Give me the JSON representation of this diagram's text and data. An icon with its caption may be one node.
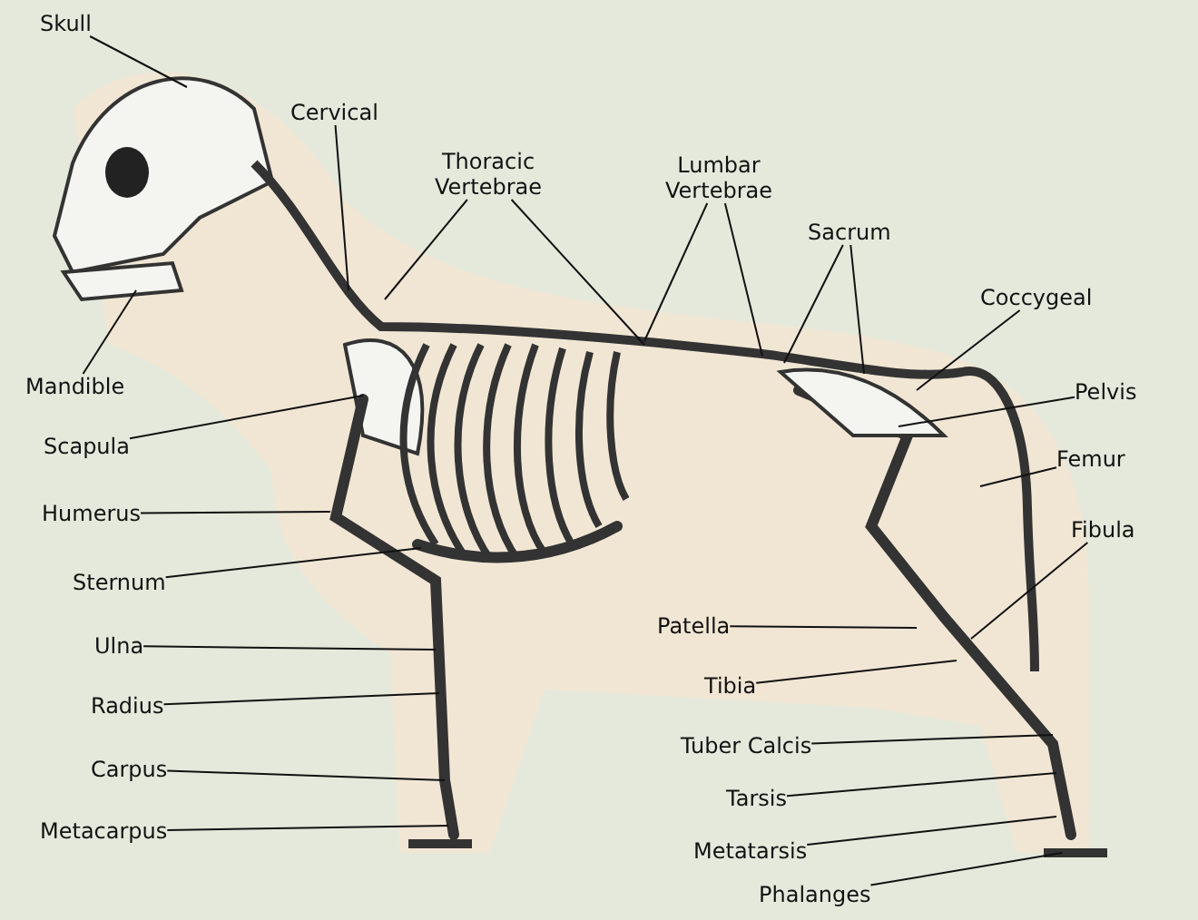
{
  "diagram": {
    "nodes": [
      {
        "text": [
          "Skull"
        ]
      },
      {
        "text": [
          "Cervical"
        ]
      },
      {
        "text": [
          "Thoracic Vertebrae"
        ]
      },
      {
        "text": [
          "Lumbar Vertebrae"
        ]
      },
      {
        "text": [
          "Sacrum"
        ]
      },
      {
        "text": [
          "Coccygeal"
        ]
      },
      {
        "text": [
          "Mandible"
        ]
      },
      {
        "text": [
          "Scapula"
        ]
      },
      {
        "text": [
          "Pelvis"
        ]
      },
      {
        "text": [
          "Femur"
        ]
      },
      {
        "text": [
          "Humerus"
        ]
      },
      {
        "text": [
          "Fibula"
        ]
      },
      {
        "text": [
          "Sternum"
        ]
      },
      {
        "text": [
          "Ulna"
        ]
      },
      {
        "text": [
          "Patella"
        ]
      },
      {
        "text": [
          "Radius"
        ]
      },
      {
        "text": [
          "Tibia"
        ]
      },
      {
        "text": [
          "Tuber Calcis"
        ]
      },
      {
        "text": [
          "Carpus"
        ]
      },
      {
        "text": [
          "Tarsis"
        ]
      },
      {
        "text": [
          "Metacarpus"
        ]
      },
      {
        "text": [
          "Metatarsis"
        ]
      },
      {
        "text": [
          "Phalanges"
        ]
      }
    ],
    "edges": [
      {
        "from": 0,
        "to": null,
        "arrow": "none"
      },
      {
        "from": 1,
        "to": null,
        "arrow": "none"
      },
      {
        "from": 2,
        "to": null,
        "arrow": "none"
      },
      {
        "from": 2,
        "to": null,
        "arrow": "none"
      },
      {
        "from": 3,
        "to": null,
        "arrow": "none"
      },
      {
        "from": 3,
        "to": null,
        "arrow": "none"
      },
      {
        "from": 4,
        "to": null,
        "arrow": "none"
      },
      {
        "from": 4,
        "to": null,
        "arrow": "none"
      },
      {
        "from": 5,
        "to": null,
        "arrow": "none"
      },
      {
        "from": 6,
        "to": null,
        "arrow": "none"
      },
      {
        "from": 7,
        "to": null,
        "arrow": "none"
      },
      {
        "from": 8,
        "to": null,
        "arrow": "none"
      },
      {
        "from": 9,
        "to": null,
        "arrow": "none"
      },
      {
        "from": 10,
        "to": null,
        "arrow": "none"
      },
      {
        "from": 11,
        "to": null,
        "arrow": "none"
      },
      {
        "from": 12,
        "to": null,
        "arrow": "none"
      },
      {
        "from": 13,
        "to": null,
        "arrow": "none"
      },
      {
        "from": 14,
        "to": null,
        "arrow": "none"
      },
      {
        "from": 15,
        "to": null,
        "arrow": "none"
      },
      {
        "from": 16,
        "to": null,
        "arrow": "none"
      },
      {
        "from": 17,
        "to": null,
        "arrow": "none"
      },
      {
        "from": 18,
        "to": null,
        "arrow": "none"
      },
      {
        "from": 19,
        "to": null,
        "arrow": "none"
      },
      {
        "from": 20,
        "to": null,
        "arrow": "none"
      },
      {
        "from": 21,
        "to": null,
        "arrow": "none"
      },
      {
        "from": 22,
        "to": null,
        "arrow": "none"
      }
    ]
  }
}
